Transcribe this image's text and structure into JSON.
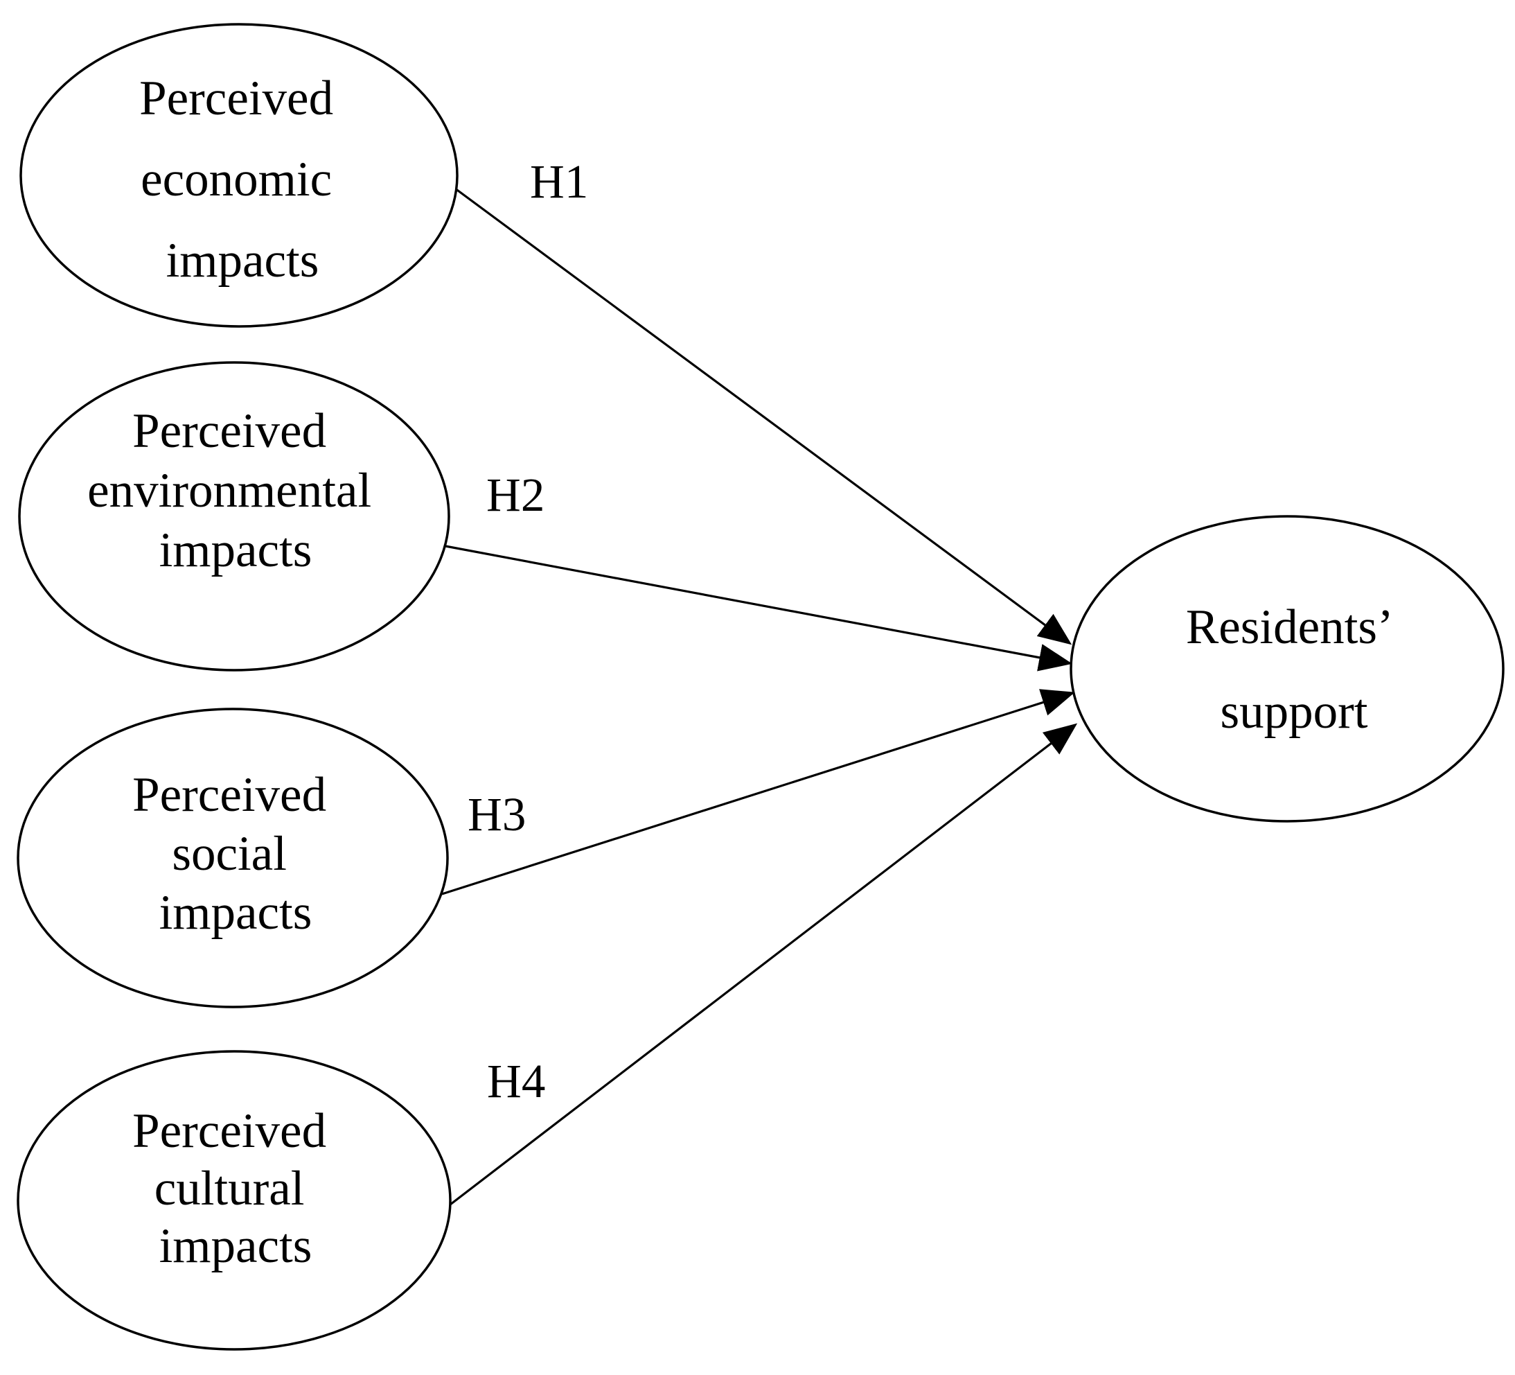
{
  "figure": {
    "type": "path-diagram",
    "colors": {
      "ink": "#000000",
      "paper": "#ffffff"
    },
    "nodes": [
      {
        "id": "perceived-economic-impacts",
        "lines": [
          "Perceived",
          "economic",
          "impacts"
        ]
      },
      {
        "id": "perceived-environmental-impacts",
        "lines": [
          "Perceived",
          "environmental",
          "impacts"
        ]
      },
      {
        "id": "perceived-social-impacts",
        "lines": [
          "Perceived",
          "social",
          "impacts"
        ]
      },
      {
        "id": "perceived-cultural-impacts",
        "lines": [
          "Perceived",
          "cultural",
          "impacts"
        ]
      },
      {
        "id": "residents-support",
        "lines": [
          "Residents’",
          "support"
        ]
      }
    ],
    "paths": [
      {
        "label": "H1",
        "from": "perceived-economic-impacts",
        "to": "residents-support"
      },
      {
        "label": "H2",
        "from": "perceived-environmental-impacts",
        "to": "residents-support"
      },
      {
        "label": "H3",
        "from": "perceived-social-impacts",
        "to": "residents-support"
      },
      {
        "label": "H4",
        "from": "perceived-cultural-impacts",
        "to": "residents-support"
      }
    ]
  }
}
